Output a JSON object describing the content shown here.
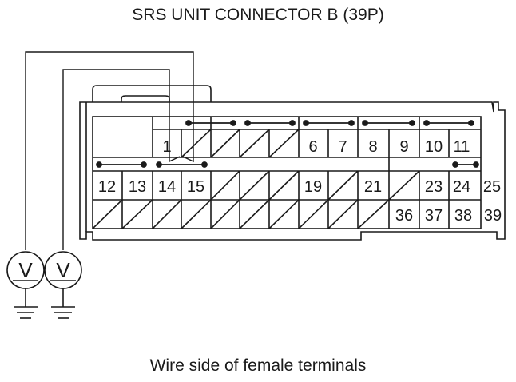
{
  "title": "SRS UNIT CONNECTOR B (39P)",
  "caption": "Wire side of female terminals",
  "connector": {
    "row1_labels": [
      "1",
      "6",
      "7",
      "8",
      "9",
      "10",
      "11"
    ],
    "row2_labels": [
      "12",
      "13",
      "14",
      "15",
      "19",
      "21",
      "23",
      "24",
      "25"
    ],
    "row3_labels": [
      "36",
      "37",
      "38",
      "39"
    ]
  },
  "meters": [
    {
      "symbol": "V",
      "icon": "voltmeter-icon"
    },
    {
      "symbol": "V",
      "icon": "voltmeter-icon"
    }
  ],
  "colors": {
    "line": "#1a1a1a",
    "background": "#ffffff"
  }
}
